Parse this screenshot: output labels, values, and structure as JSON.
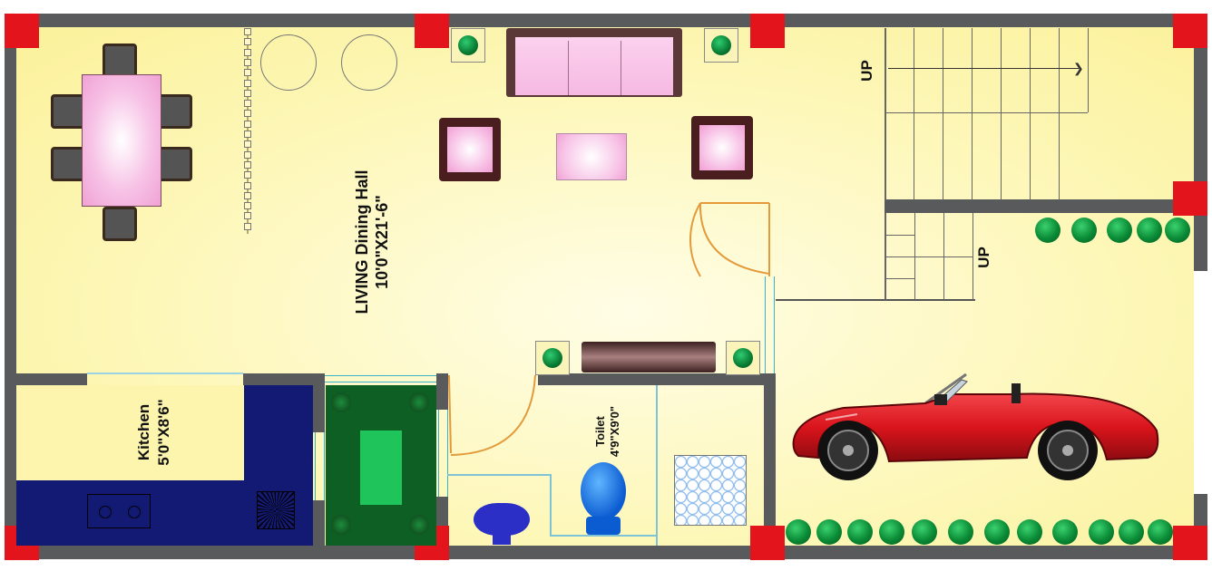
{
  "rooms": {
    "living": {
      "name": "LIVING Dining Hall",
      "size": "10'0\"X21'-6\""
    },
    "kitchen": {
      "name": "Kitchen",
      "size": "5'0\"X8'6\""
    },
    "toilet": {
      "name": "Toilet",
      "size": "4'9\"X9'0\""
    }
  },
  "stairs": {
    "upper_label": "UP",
    "lower_label": "UP"
  },
  "colors": {
    "wall": "#595a5c",
    "column": "#e3141b",
    "floor": "#fdf7b9",
    "kitchen_counter": "#131a73",
    "furniture_pink": "#f6b9e2",
    "plant_green": "#0a8a35",
    "car_red": "#d9141b"
  },
  "icons": {
    "car": "car-icon",
    "plant": "plant-icon",
    "chair": "chair-icon",
    "sofa": "sofa-icon",
    "toilet": "toilet-icon",
    "stove": "stove-icon",
    "sink": "sink-icon",
    "shower": "shower-tray-icon"
  }
}
